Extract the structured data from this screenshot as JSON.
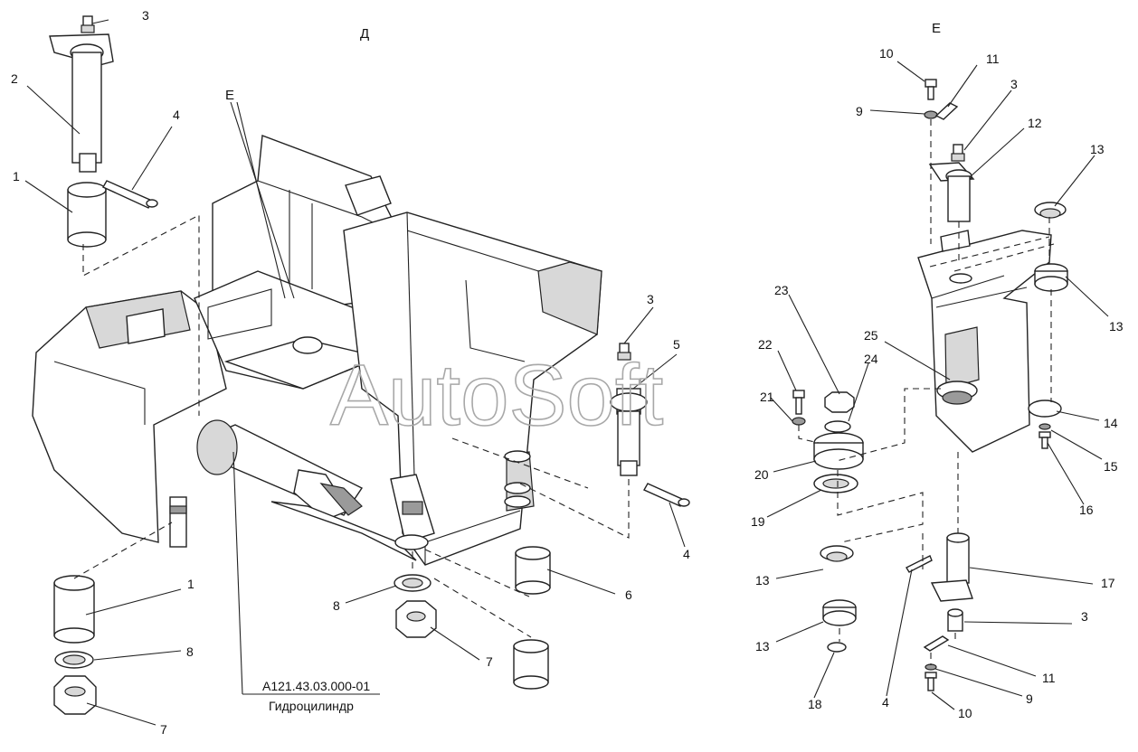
{
  "view_labels": {
    "view_d": "Д",
    "view_e": "Е",
    "ref_e": "Е"
  },
  "callouts": {
    "c3a": "3",
    "c2": "2",
    "c4a": "4",
    "c1a": "1",
    "c3b": "3",
    "c5": "5",
    "c4b": "4",
    "c6": "6",
    "c8a": "8",
    "c7a": "7",
    "c1b": "1",
    "c8b": "8",
    "c7b": "7",
    "c23": "23",
    "c22": "22",
    "c24": "24",
    "c21": "21",
    "c20": "20",
    "c19": "19",
    "c25": "25",
    "c13a": "13",
    "c13b": "13",
    "c13c": "13",
    "c13d": "13",
    "c18": "18",
    "c4c": "4",
    "c10a": "10",
    "c11a": "11",
    "c9a": "9",
    "c3c": "3",
    "c12": "12",
    "c14": "14",
    "c15": "15",
    "c16": "16",
    "c17": "17",
    "c3d": "3",
    "c11b": "11",
    "c9b": "9",
    "c10b": "10"
  },
  "caption": {
    "code": "А121.43.03.000-01",
    "name": "Гидроцилиндр"
  },
  "watermark": "AutoSoft"
}
